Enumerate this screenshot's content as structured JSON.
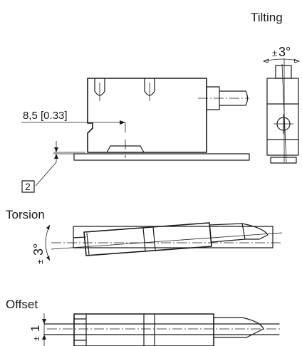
{
  "labels": {
    "tilting": "Tilting",
    "tilting_angle": "3°",
    "tilting_tol": "±",
    "dimension": "8,5 [0.33]",
    "callout": "2",
    "torsion": "Torsion",
    "torsion_angle": "3°",
    "torsion_tol": "±",
    "offset": "Offset",
    "offset_value": "1",
    "offset_tol": "±"
  },
  "colors": {
    "ink": "#1a1a1a",
    "background": "#ffffff"
  }
}
